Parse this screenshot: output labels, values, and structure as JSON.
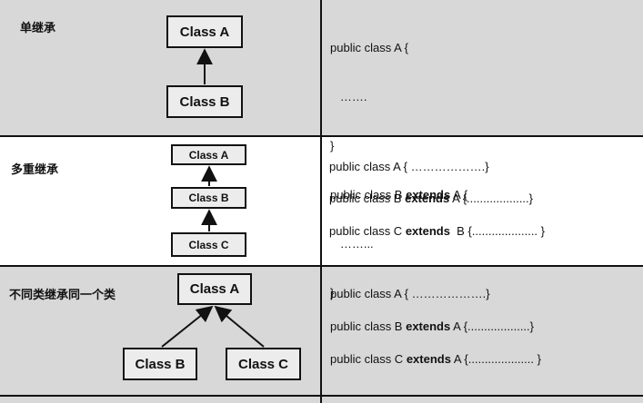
{
  "rows": [
    {
      "title": "单继承",
      "classes": {
        "a": "Class A",
        "b": "Class B"
      },
      "code": [
        {
          "pre": "public class A {",
          "kw": "",
          "post": ""
        },
        {
          "pre": "   …….",
          "kw": "",
          "post": ""
        },
        {
          "pre": "}",
          "kw": "",
          "post": ""
        },
        {
          "pre": "public class B ",
          "kw": "extends",
          "post": " A {"
        },
        {
          "pre": "   ……...",
          "kw": "",
          "post": ""
        },
        {
          "pre": "}",
          "kw": "",
          "post": ""
        }
      ]
    },
    {
      "title": "多重继承",
      "classes": {
        "a": "Class A",
        "b": "Class B",
        "c": "Class C"
      },
      "code": [
        {
          "pre": "public class A { ……………….}",
          "kw": "",
          "post": ""
        },
        {
          "pre": "public class B ",
          "kw": "extends",
          "post": " A {...................}"
        },
        {
          "pre": "public class C ",
          "kw": "extends",
          "post": "  B {.................... }"
        }
      ]
    },
    {
      "title": "不同类继承同一个类",
      "classes": {
        "a": "Class A",
        "b": "Class B",
        "c": "Class C"
      },
      "code": [
        {
          "pre": "public class A { ……………….}",
          "kw": "",
          "post": ""
        },
        {
          "pre": "public class B ",
          "kw": "extends",
          "post": " A {...................}"
        },
        {
          "pre": "public class C ",
          "kw": "extends",
          "post": " A {.................... }"
        }
      ]
    }
  ]
}
